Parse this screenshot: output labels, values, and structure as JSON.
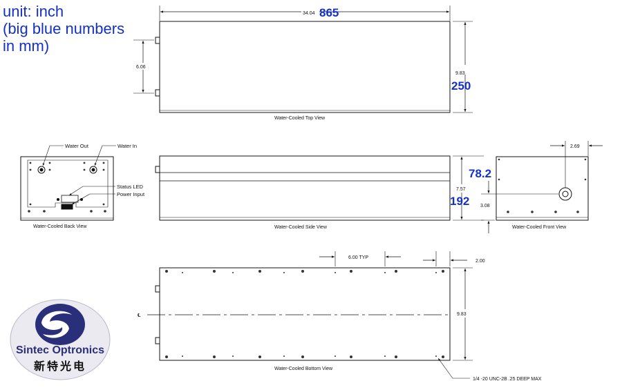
{
  "note": {
    "line1": "unit: inch",
    "line2": "(big blue numbers",
    "line3": "in mm)"
  },
  "top_view": {
    "caption": "Water-Cooled Top View",
    "length_in": "34.04",
    "length_mm": "865",
    "width_in": "9.83",
    "width_mm": "250",
    "port_spacing_in": "6.06"
  },
  "back_view": {
    "caption": "Water-Cooled Back View",
    "water_out": "Water Out",
    "water_in": "Water In",
    "status_led": "Status LED",
    "power_input": "Power Input"
  },
  "side_view": {
    "caption": "Water-Cooled Side View",
    "height_in": "7.57",
    "height_mm": "192"
  },
  "front_view": {
    "caption": "Water-Cooled Front View",
    "offset_x_in": "2.69",
    "offset_y_in": "3.08",
    "offset_y_mm": "78.2"
  },
  "bottom_view": {
    "caption": "Water-Cooled Bottom View",
    "hole_spacing": "6.00 TYP",
    "edge_offset": "2.00",
    "width_in": "9.83",
    "centerline": "℄",
    "thread_note": "1/4 -20 UNC-2B .25 DEEP MAX"
  },
  "logo": {
    "company": "Sintec Optronics",
    "chinese": "新特光电",
    "brand_color": "#2a2f7a"
  },
  "colors": {
    "accent": "#1330c8",
    "line": "#111111"
  }
}
